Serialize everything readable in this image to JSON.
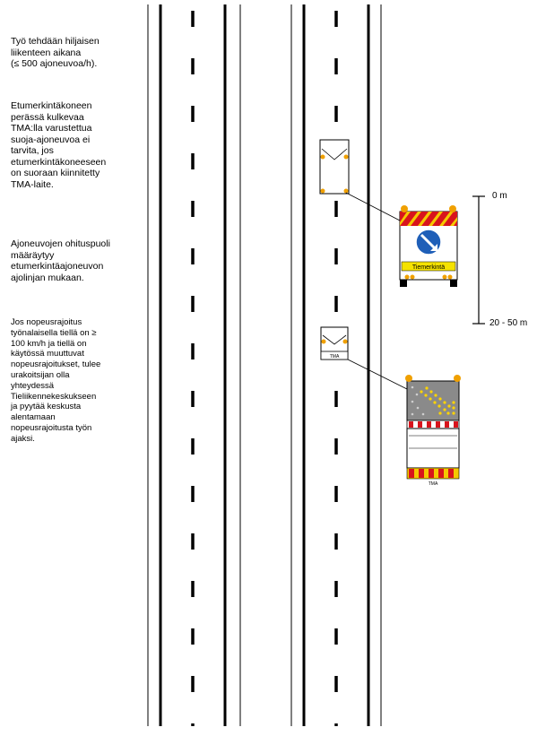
{
  "notes": [
    "Työ tehdään hiljaisen\nliikenteen aikana\n(≤ 500 ajoneuvoa/h).",
    "Etumerkintäkoneen\nperässä kulkevaa\nTMA:lla varustettua\nsuoja-ajoneuvoa ei\ntarvita, jos\netumerkintäkoneeseen\non suoraan kiinnitetty\nTMA-laite.",
    "Ajoneuvojen ohituspuoli\nmääräytyy\netumerkintäajoneuvon\najolinjan mukaan.",
    "Jos nopeusrajoitus\ntyönalaisella tiellä on ≥\n100 km/h ja tiellä on\nkäytössä muuttuvat\nnopeusrajoitukset, tulee\nurakoitsijan olla\nyhteydessä\nTieliikennekeskukseen\nja pyytää keskusta\nalentamaan\nnopeusrajoitusta työn\najaksi."
  ],
  "distance_labels": {
    "start": "0 m",
    "end": "20 - 50 m"
  },
  "vehicles": {
    "marking_machine_panel_text": "Tiemerkintä",
    "small_vehicle_tag": "TMA",
    "tma_plate_text": "TMA"
  },
  "colors": {
    "beacon": "#f0a000",
    "stripe_red": "#d8141c",
    "stripe_yellow": "#f5c800",
    "sign_blue": "#1f5fb8",
    "panel_yellow": "#f5e200",
    "arrow_board": "#8a8a8a",
    "arrow_light": "#ffd400"
  }
}
